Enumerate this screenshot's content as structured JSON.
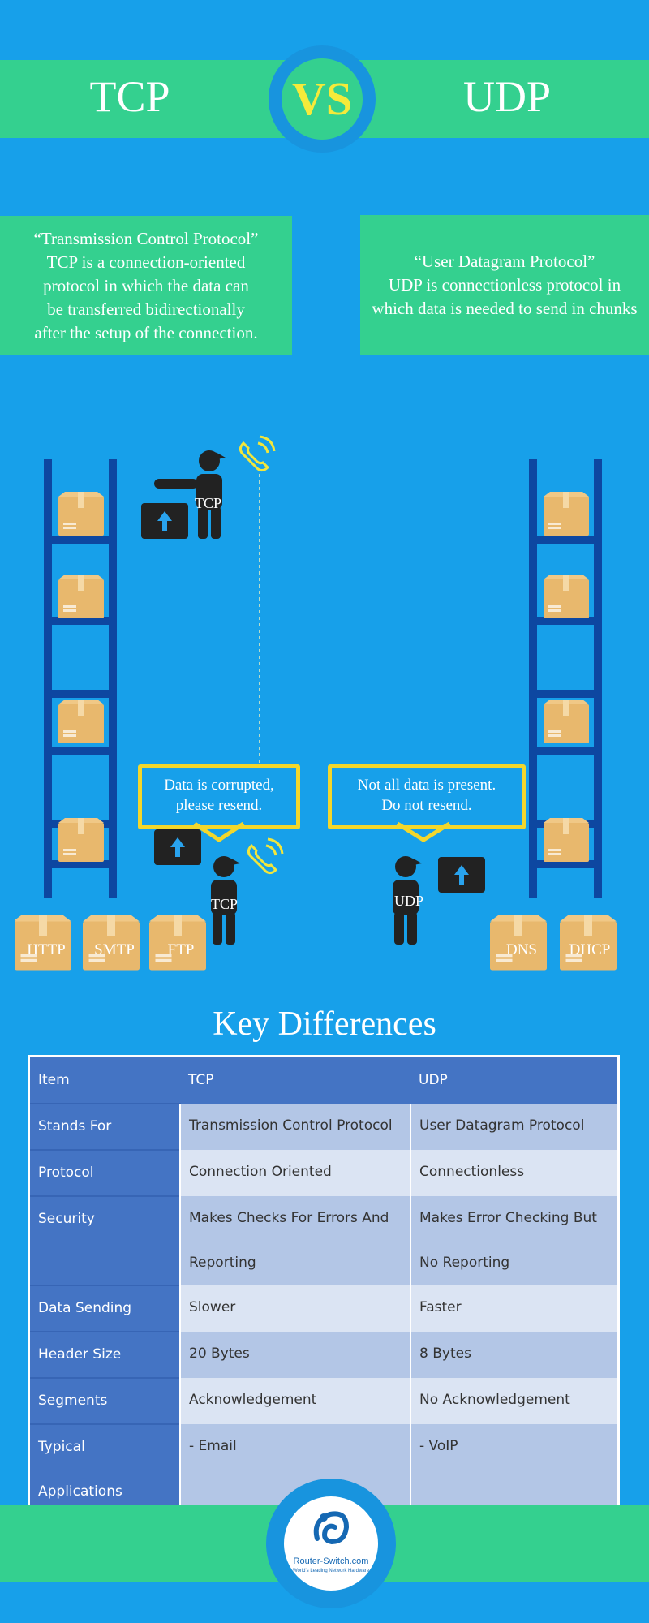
{
  "header": {
    "left_title": "TCP",
    "vs": "VS",
    "right_title": "UDP"
  },
  "tcp_desc": {
    "lines": [
      "“Transmission Control Protocol”",
      "TCP is a connection-oriented",
      "protocol in which the data can",
      "be transferred bidirectionally",
      "after the setup of the connection."
    ]
  },
  "udp_desc": {
    "lines": [
      "“User Datagram Protocol”",
      "UDP is connectionless protocol in",
      "which data is needed to send in chunks"
    ]
  },
  "illustration": {
    "tcp_top_label": "TCP",
    "tcp_bottom_label": "TCP",
    "udp_label": "UDP",
    "tcp_bubble": [
      "Data is corrupted,",
      "please resend."
    ],
    "udp_bubble": [
      "Not all data is present.",
      "Do not resend."
    ],
    "tcp_boxes": [
      "HTTP",
      "SMTP",
      "FTP"
    ],
    "udp_boxes": [
      "DNS",
      "DHCP"
    ]
  },
  "colors": {
    "background": "#17a0ea",
    "band": "#34d08f",
    "vs_yellow": "#f5ea3a",
    "shelf": "#0d47a1",
    "box": "#e8b86d",
    "person": "#222222"
  },
  "icons": [
    "phone-icon",
    "person-icon",
    "box-icon",
    "upload-arrow-icon",
    "shelf-icon"
  ],
  "key_differences": {
    "title": "Key Differences",
    "headers": [
      "Item",
      "TCP",
      "UDP"
    ],
    "rows": [
      {
        "item": "Stands For",
        "tcp": "Transmission Control Protocol",
        "udp": "User Datagram Protocol"
      },
      {
        "item": "Protocol",
        "tcp": "Connection Oriented",
        "udp": "Connectionless"
      },
      {
        "item": "Security",
        "tcp": "Makes Checks For Errors And Reporting",
        "udp": "Makes Error Checking But No Reporting"
      },
      {
        "item": "Data Sending",
        "tcp": "Slower",
        "udp": "Faster"
      },
      {
        "item": "Header Size",
        "tcp": "20 Bytes",
        "udp": "8 Bytes"
      },
      {
        "item": "Segments",
        "tcp": "Acknowledgement",
        "udp": "No Acknowledgement"
      },
      {
        "item": "Typical Applications",
        "tcp": "- Email",
        "udp": "- VoIP"
      }
    ]
  },
  "footer": {
    "logo_text": "Router-Switch.com",
    "logo_sub": "World's Leading Network Hardware"
  }
}
